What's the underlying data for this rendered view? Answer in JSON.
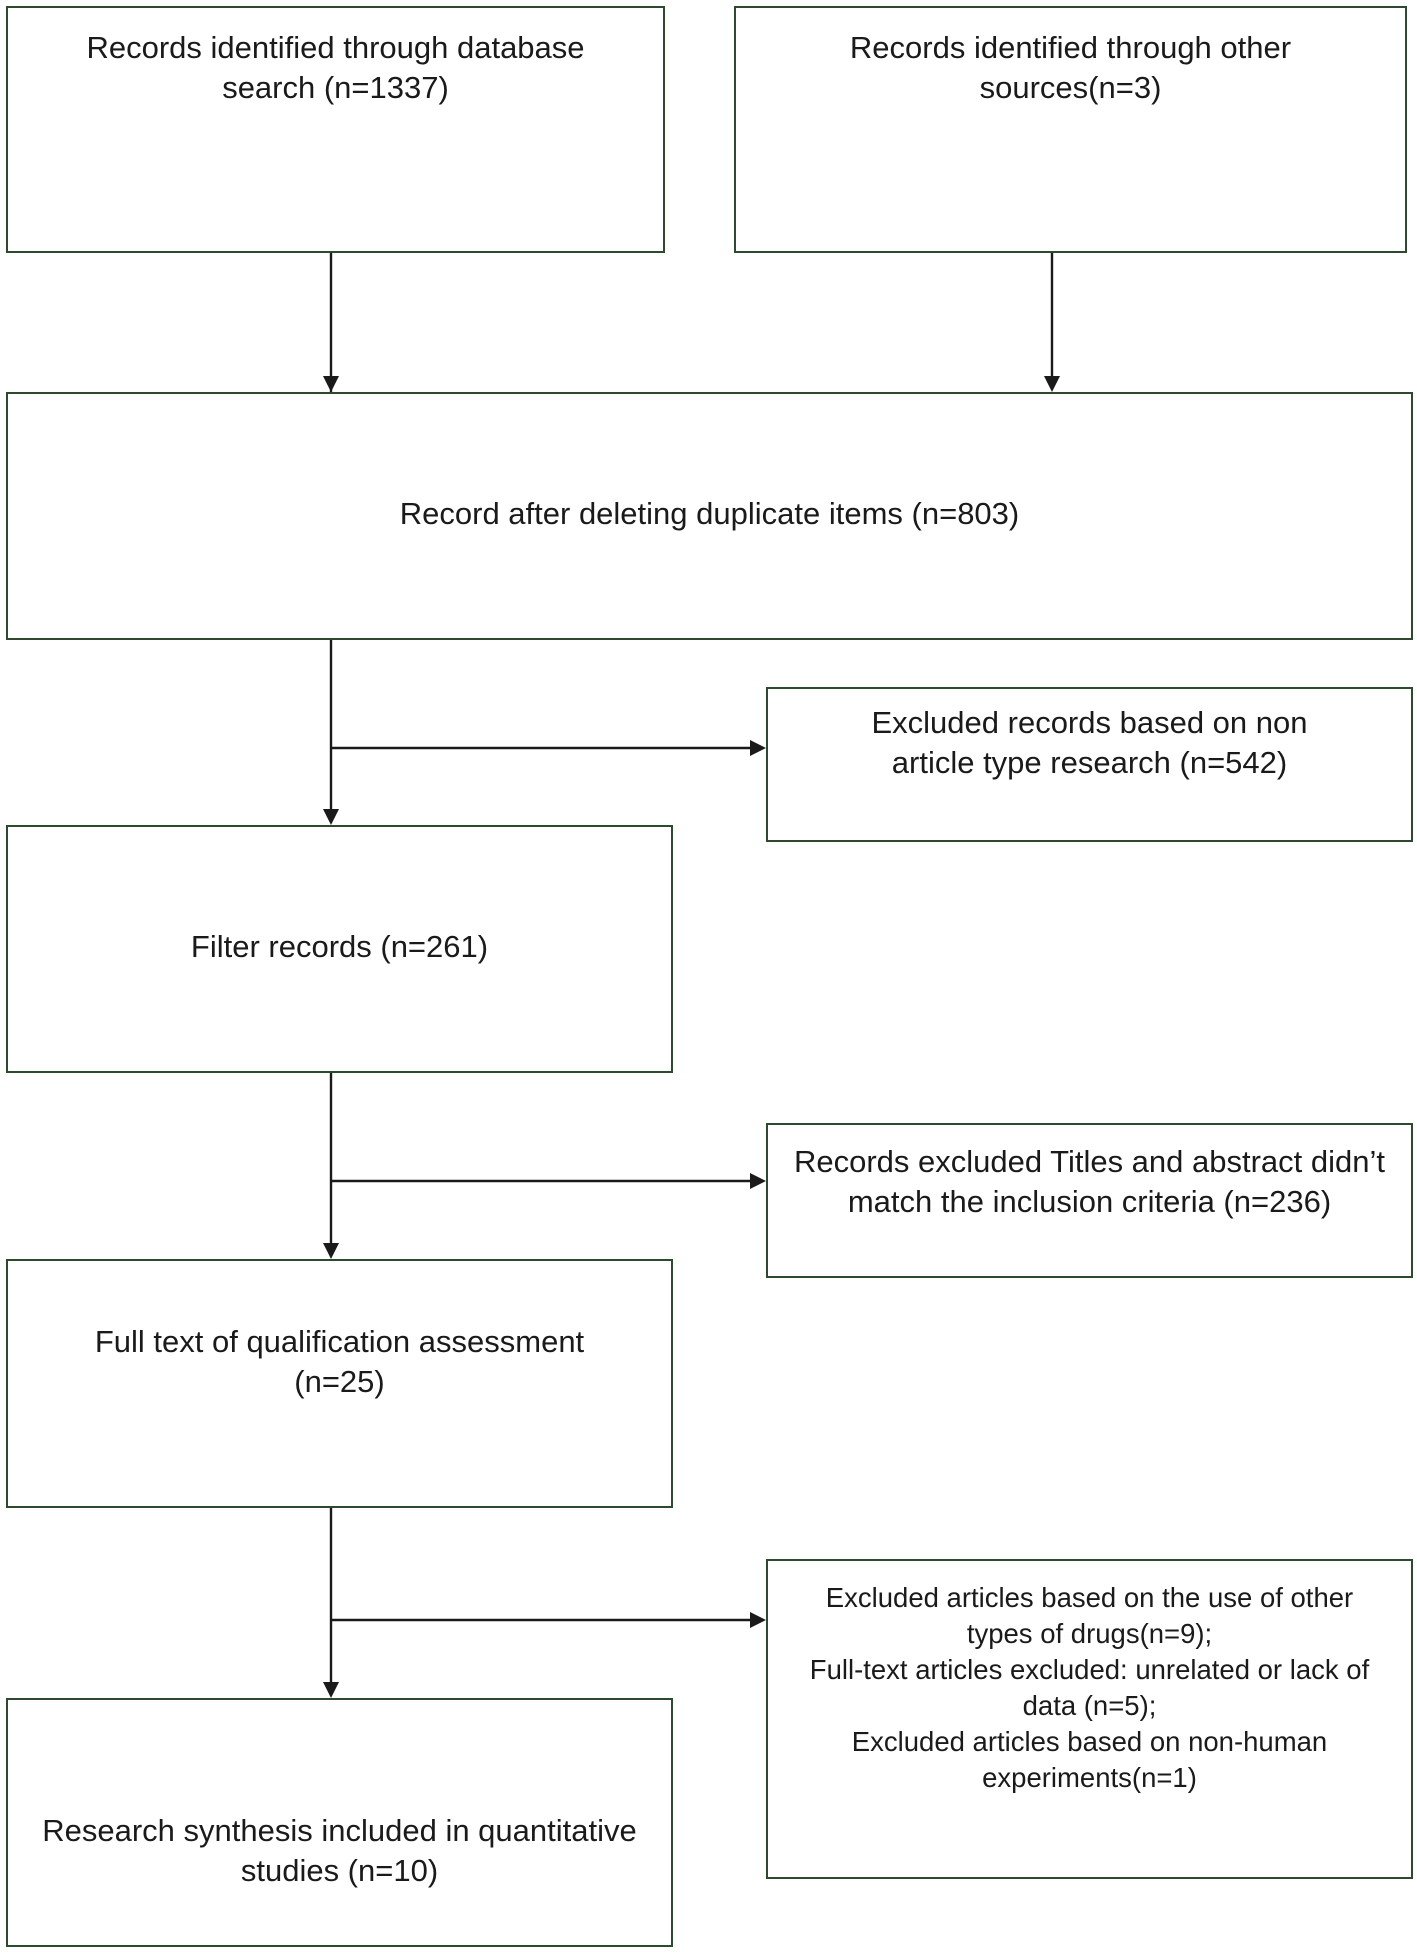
{
  "boxes": {
    "database_search": {
      "text": "Records identified through database search (n=1337)"
    },
    "other_sources": {
      "text": "Records identified through other sources(n=3)"
    },
    "after_duplicates": {
      "text": "Record after deleting duplicate items (n=803)"
    },
    "excluded_non_article": {
      "text": "Excluded records based on non article type research (n=542)"
    },
    "filter_records": {
      "text": "Filter records (n=261)"
    },
    "excluded_titles_abstract": {
      "text": "Records excluded Titles and abstract didn’t match the inclusion criteria (n=236)"
    },
    "full_text_assessment": {
      "text": "Full text of qualification assessment (n=25)"
    },
    "excluded_articles": {
      "lines": [
        "Excluded articles based on the use of other types of drugs(n=9);",
        "Full-text articles excluded: unrelated or lack of data (n=5);",
        "Excluded articles based on non-human experiments(n=1)"
      ]
    },
    "synthesis": {
      "text": "Research synthesis included in quantitative studies (n=10)"
    }
  },
  "colors": {
    "box_border": "#2e4a2e",
    "arrow": "#1a1a1a"
  }
}
